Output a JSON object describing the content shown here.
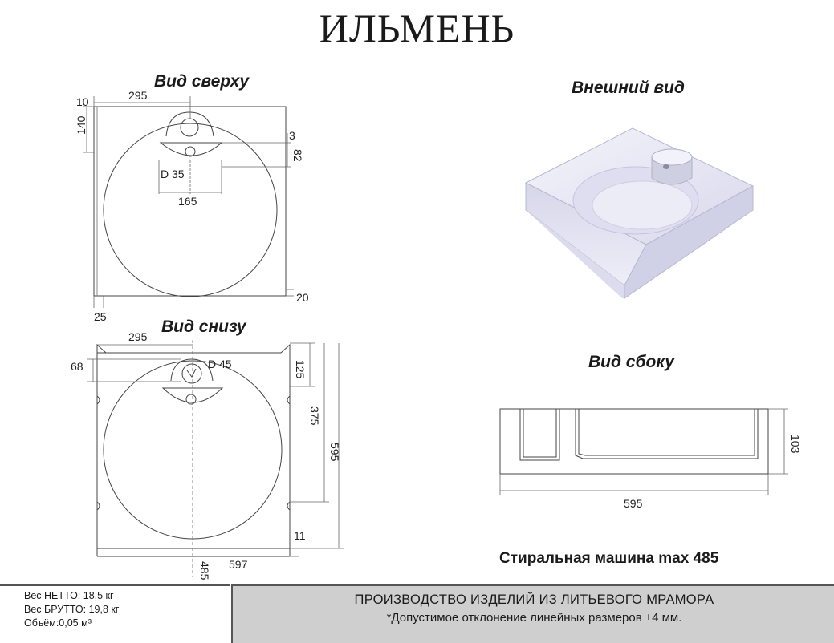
{
  "title": "ИЛЬМЕНЬ",
  "views": {
    "top": "Вид сверху",
    "bottom": "Вид снизу",
    "exterior": "Внешний вид",
    "side": "Вид сбоку"
  },
  "dims_top": {
    "d10": "10",
    "d295": "295",
    "d140": "140",
    "d3": "3",
    "d82": "82",
    "d35": "D 35",
    "d165": "165",
    "d20": "20",
    "d25": "25"
  },
  "dims_bottom": {
    "d295": "295",
    "d68": "68",
    "d45": "D 45",
    "d125": "125",
    "d375": "375",
    "d595": "595",
    "d11": "11",
    "d597": "597",
    "d485": "485"
  },
  "dims_side": {
    "d103": "103",
    "d595": "595"
  },
  "washing_machine": "Стиральная машина max 485",
  "specs": {
    "netto": "Вес НЕТТО: 18,5 кг",
    "brutto": "Вес БРУТТО: 19,8 кг",
    "volume": "Объём:0,05 м³"
  },
  "footer": {
    "production": "ПРОИЗВОДСТВО ИЗДЕЛИЙ ИЗ ЛИТЬЕВОГО МРАМОРА",
    "tolerance": "*Допустимое отклонение линейных размеров ±4 мм."
  },
  "colors": {
    "footer_bg": "#cfcfcf",
    "sink": "#e8e8f4"
  }
}
